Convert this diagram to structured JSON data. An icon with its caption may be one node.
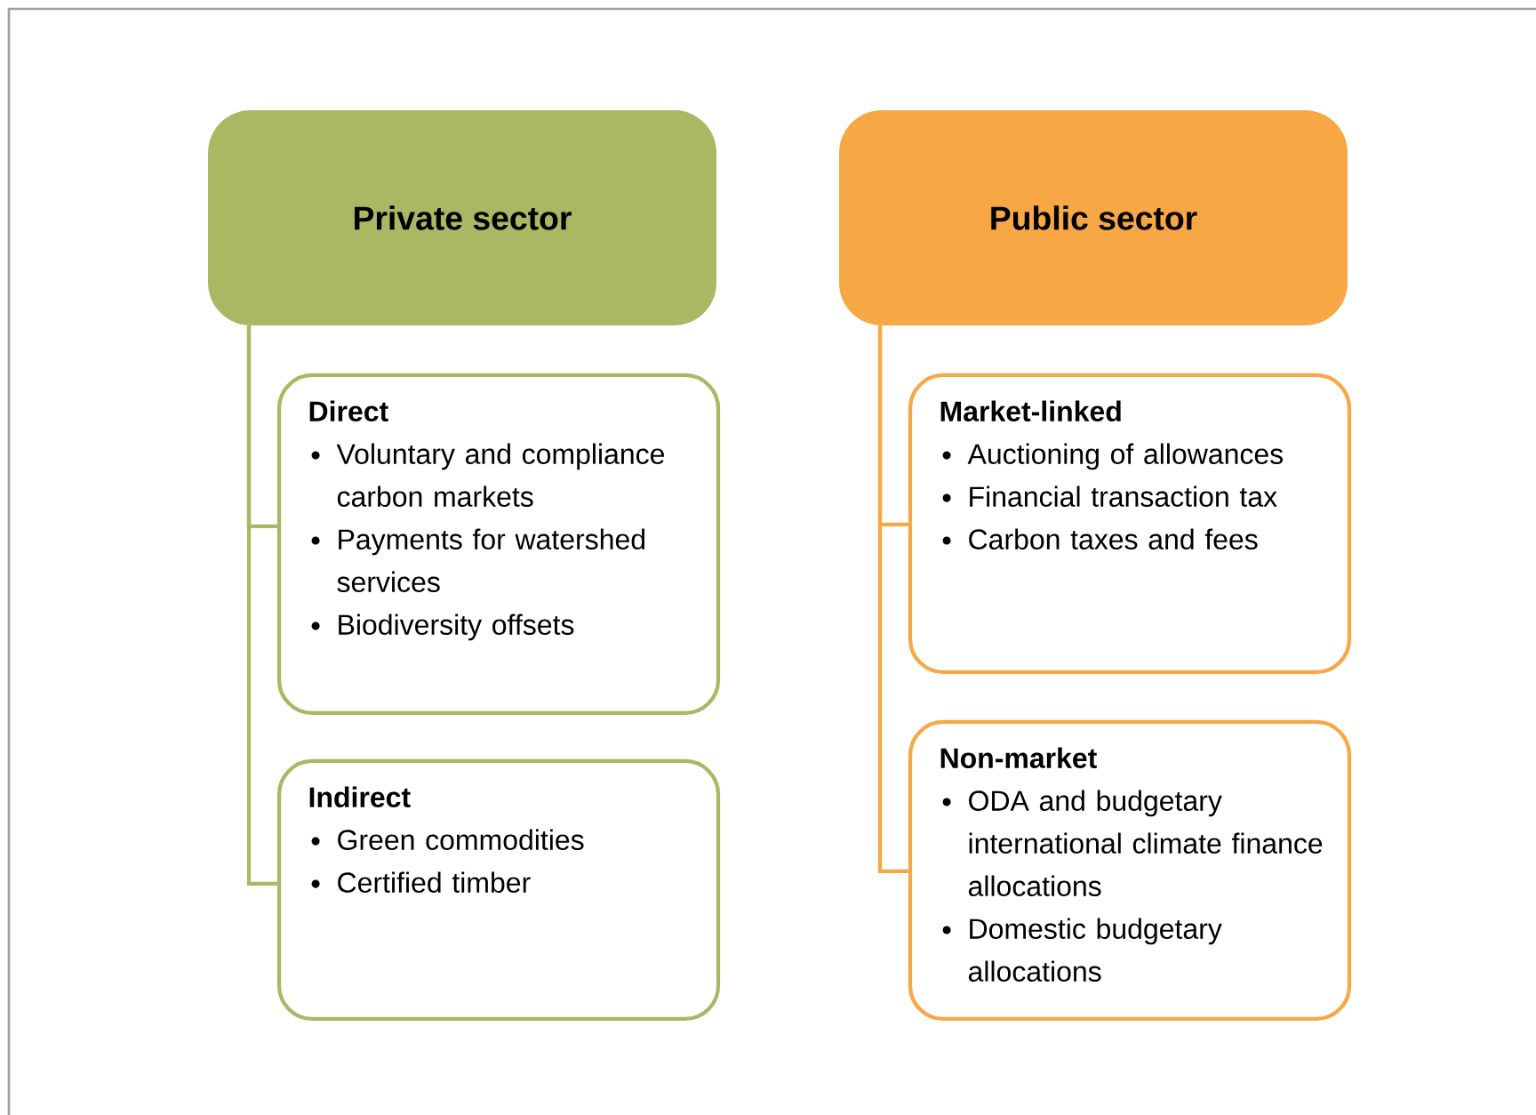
{
  "diagram": {
    "nodes": [
      {
        "text": [
          "Private sector"
        ]
      },
      {
        "text": [
          "Direct",
          "Voluntary and compliance carbon markets",
          "Payments  for watershed services",
          "Biodiversity offsets"
        ]
      },
      {
        "text": [
          "Indirect",
          "Green commodities",
          "Certified timber"
        ]
      },
      {
        "text": [
          "Public sector"
        ]
      },
      {
        "text": [
          "Market-linked",
          "Auctioning of allowances",
          "Financial transaction tax",
          "Carbon taxes and fees"
        ]
      },
      {
        "text": [
          "Non-market",
          "ODA and budgetary international climate finance allocations",
          "Domestic budgetary allocations"
        ]
      }
    ],
    "edges": [
      {
        "from": 0,
        "to": 1,
        "arrow": "none",
        "color": "#aab763"
      },
      {
        "from": 0,
        "to": 2,
        "arrow": "none",
        "color": "#aab763"
      },
      {
        "from": 3,
        "to": 4,
        "arrow": "none",
        "color": "#f7a744"
      },
      {
        "from": 3,
        "to": 5,
        "arrow": "none",
        "color": "#f7a744"
      }
    ]
  }
}
